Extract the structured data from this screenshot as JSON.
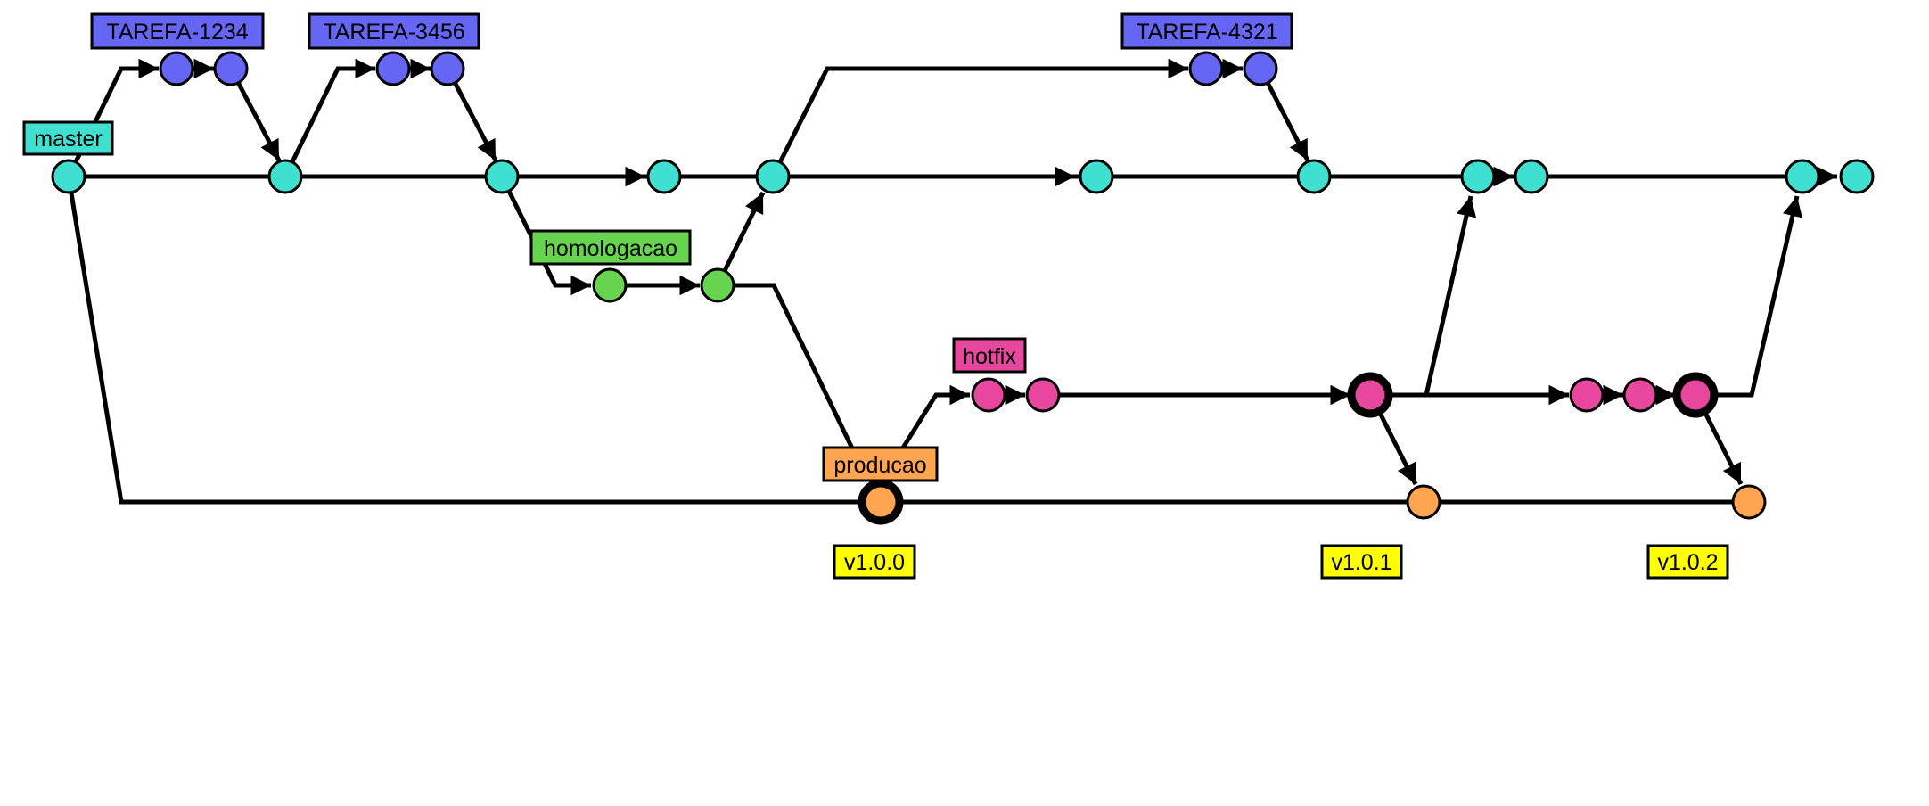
{
  "branches": [
    {
      "id": "master",
      "label": "master",
      "color": "#40E0D0"
    },
    {
      "id": "tarefa1234",
      "label": "TAREFA-1234",
      "color": "#6666F5"
    },
    {
      "id": "tarefa3456",
      "label": "TAREFA-3456",
      "color": "#6666F5"
    },
    {
      "id": "tarefa4321",
      "label": "TAREFA-4321",
      "color": "#6666F5"
    },
    {
      "id": "homologacao",
      "label": "homologacao",
      "color": "#66D44F"
    },
    {
      "id": "hotfix",
      "label": "hotfix",
      "color": "#E8479E"
    },
    {
      "id": "producao",
      "label": "producao",
      "color": "#FFA552"
    }
  ],
  "tags": [
    {
      "id": "v100",
      "label": "v1.0.0",
      "color": "#FFFF00"
    },
    {
      "id": "v101",
      "label": "v1.0.1",
      "color": "#FFFF00"
    },
    {
      "id": "v102",
      "label": "v1.0.2",
      "color": "#FFFF00"
    }
  ]
}
